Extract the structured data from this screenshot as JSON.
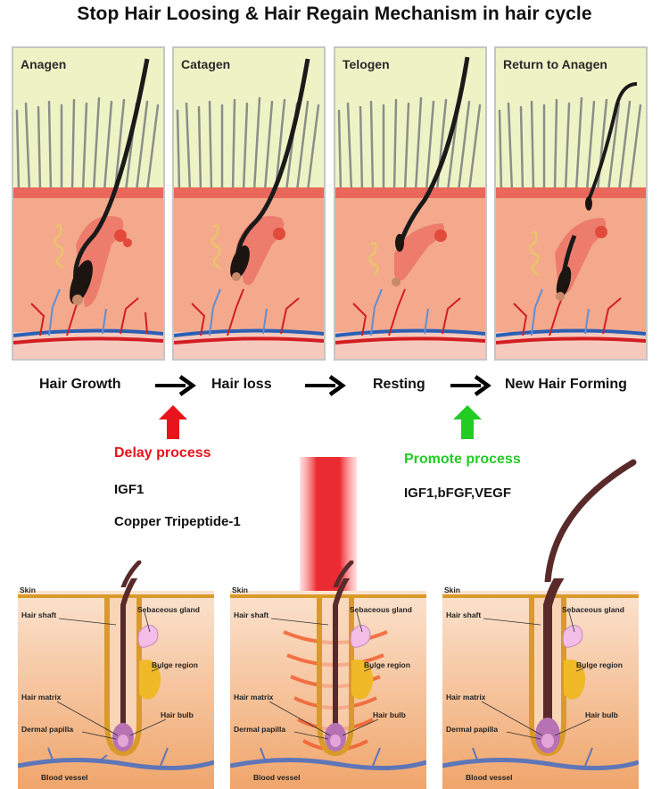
{
  "title": "Stop Hair Loosing & Hair Regain Mechanism in hair cycle",
  "stages": [
    {
      "label": "Anagen"
    },
    {
      "label": "Catagen"
    },
    {
      "label": "Telogen"
    },
    {
      "label": "Return to Anagen"
    }
  ],
  "flow": {
    "step1": "Hair Growth",
    "step2": "Hair loss",
    "step3": "Resting",
    "step4": "New Hair Forming"
  },
  "delay": {
    "heading": "Delay process",
    "items": [
      "IGF1",
      "Copper Tripeptide-1"
    ],
    "color": "#e8141b"
  },
  "promote": {
    "heading": "Promote process",
    "items": [
      "IGF1,bFGF,VEGF"
    ],
    "color": "#22cc22"
  },
  "anatomy": {
    "skin": "Skin",
    "hair_shaft": "Hair shaft",
    "sebaceous_gland": "Sebaceous gland",
    "bulge_region": "Bulge region",
    "hair_matrix": "Hair matrix",
    "hair_bulb": "Hair bulb",
    "dermal_papilla": "Dermal papilla",
    "blood_vessel": "Blood vessel"
  }
}
